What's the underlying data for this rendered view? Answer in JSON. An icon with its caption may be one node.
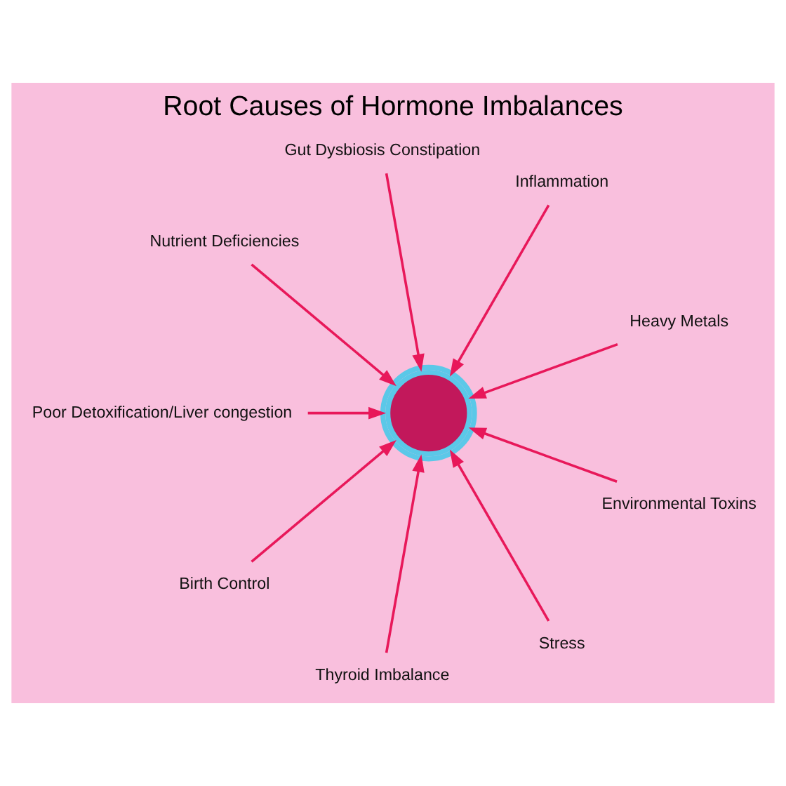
{
  "diagram": {
    "title": "Root Causes of Hormone Imbalances",
    "nodes": [
      {
        "text": [
          "Heavy Metals"
        ]
      },
      {
        "text": [
          "Inflammation"
        ]
      },
      {
        "text": [
          "Gut Dysbiosis Constipation"
        ]
      },
      {
        "text": [
          "Nutrient Deficiencies"
        ]
      },
      {
        "text": [
          "Poor Detoxification/Liver congestion"
        ]
      },
      {
        "text": [
          "Birth Control"
        ]
      },
      {
        "text": [
          "Thyroid Imbalance"
        ]
      },
      {
        "text": [
          "Stress"
        ]
      },
      {
        "text": [
          "Environmental Toxins"
        ]
      },
      {
        "text": [],
        "shape": "circle"
      }
    ],
    "edges": [
      {
        "from": 0,
        "to": 9,
        "arrow": "to"
      },
      {
        "from": 1,
        "to": 9,
        "arrow": "to"
      },
      {
        "from": 2,
        "to": 9,
        "arrow": "to"
      },
      {
        "from": 3,
        "to": 9,
        "arrow": "to"
      },
      {
        "from": 4,
        "to": 9,
        "arrow": "to"
      },
      {
        "from": 5,
        "to": 9,
        "arrow": "to"
      },
      {
        "from": 6,
        "to": 9,
        "arrow": "to"
      },
      {
        "from": 7,
        "to": 9,
        "arrow": "to"
      },
      {
        "from": 8,
        "to": 9,
        "arrow": "to"
      }
    ]
  }
}
